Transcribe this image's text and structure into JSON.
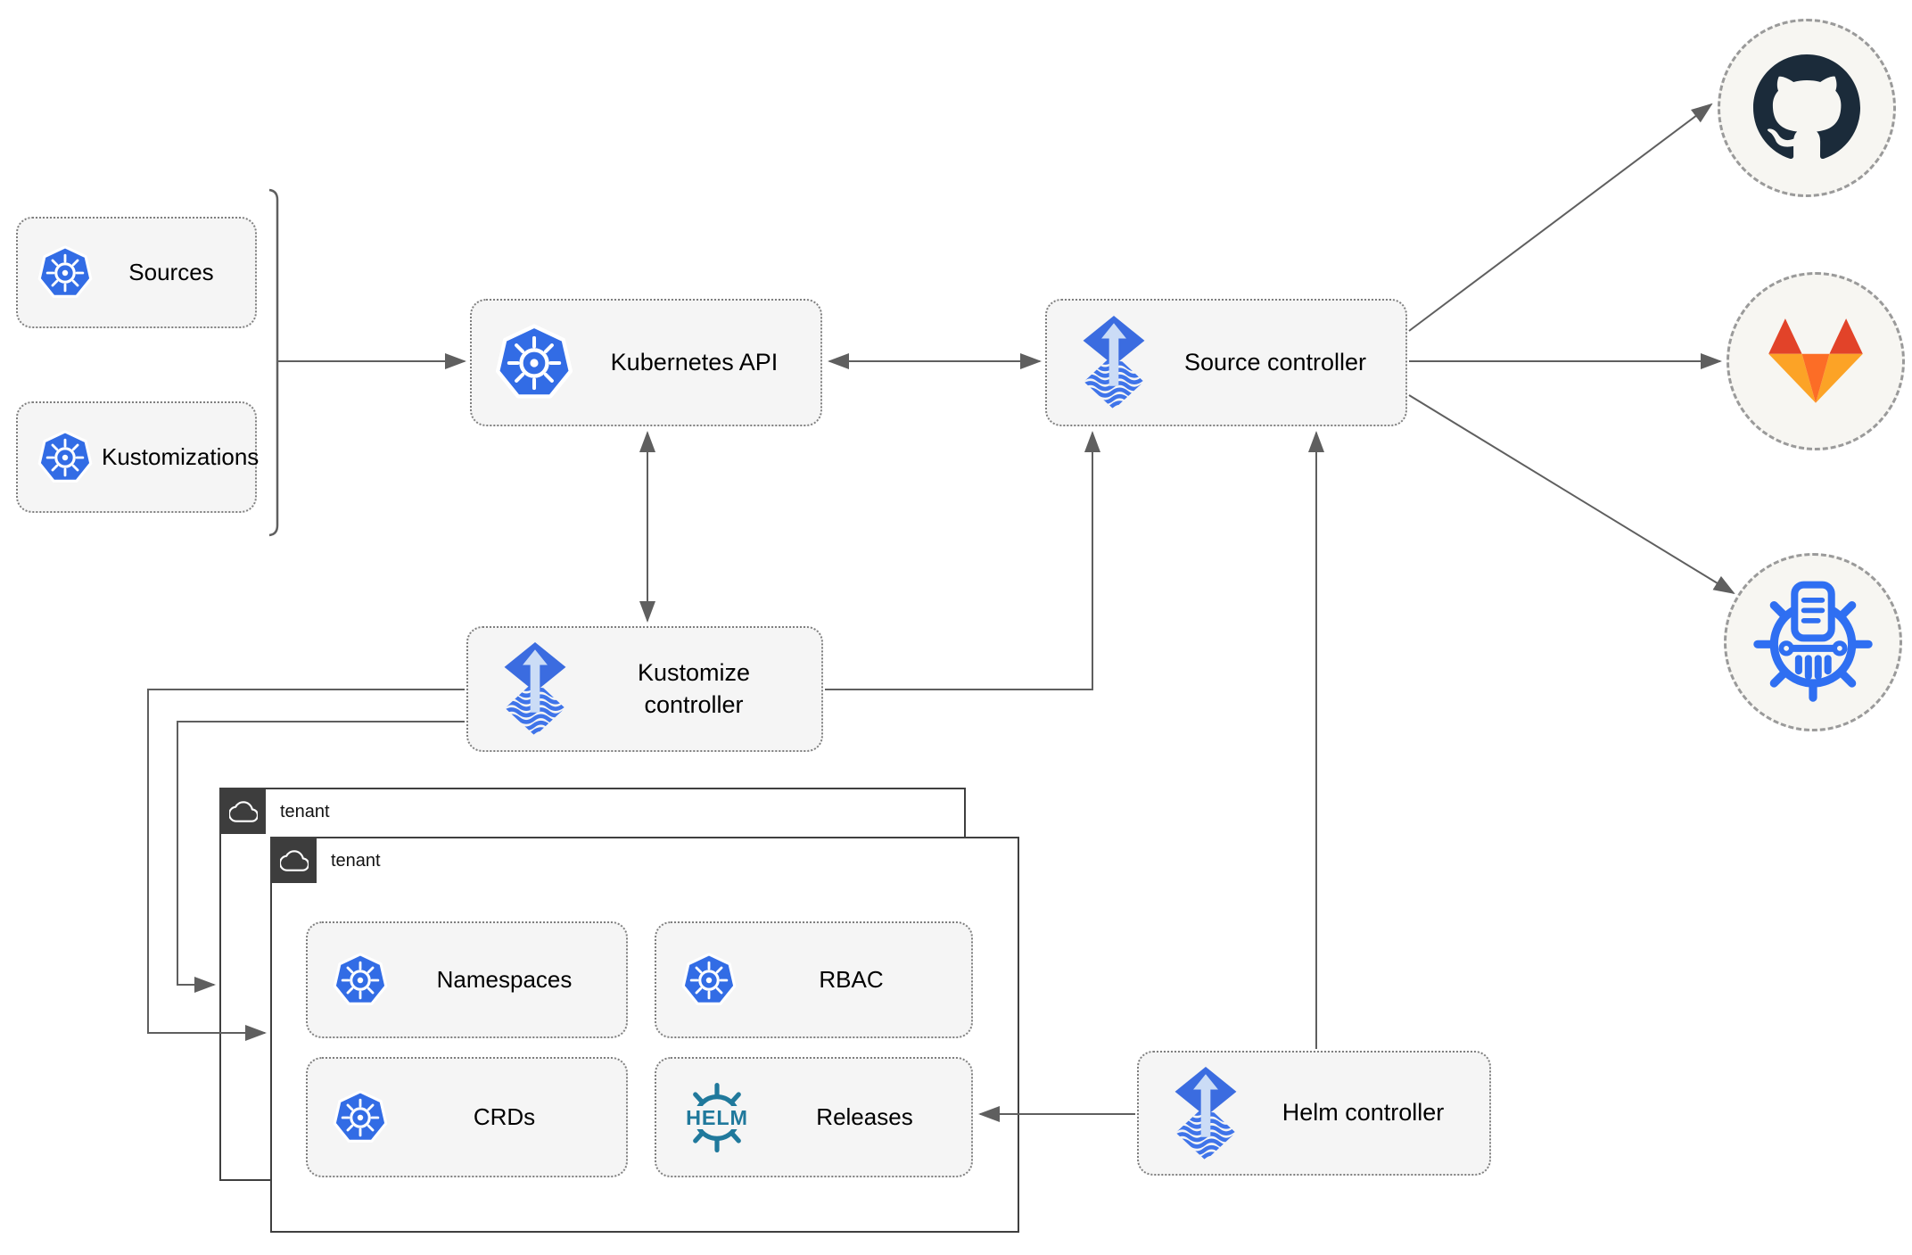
{
  "nodes": {
    "sources": {
      "label": "Sources",
      "icon": "kubernetes-icon"
    },
    "kustomizations": {
      "label": "Kustomizations",
      "icon": "kubernetes-icon"
    },
    "kubernetes_api": {
      "label": "Kubernetes API",
      "icon": "kubernetes-icon"
    },
    "source_controller": {
      "label": "Source controller",
      "icon": "flux-icon"
    },
    "kustomize_controller": {
      "label": "Kustomize controller",
      "icon": "flux-icon"
    },
    "helm_controller": {
      "label": "Helm controller",
      "icon": "flux-icon"
    },
    "tenant_outer": {
      "label": "tenant",
      "icon": "cloud-icon"
    },
    "tenant_inner": {
      "label": "tenant",
      "icon": "cloud-icon"
    },
    "namespaces": {
      "label": "Namespaces",
      "icon": "kubernetes-icon"
    },
    "rbac": {
      "label": "RBAC",
      "icon": "kubernetes-icon"
    },
    "crds": {
      "label": "CRDs",
      "icon": "kubernetes-icon"
    },
    "releases": {
      "label": "Releases",
      "icon": "helm-icon"
    }
  },
  "remotes": {
    "github": {
      "icon": "github-icon"
    },
    "gitlab": {
      "icon": "gitlab-icon"
    },
    "chartmuseum": {
      "icon": "chartmuseum-icon"
    }
  },
  "icons": {
    "helm_text": "HELM"
  },
  "colors": {
    "kubernetes_blue": "#326ce5",
    "flux_diamond_blue": "#3b6ce0",
    "flux_wave_blue": "#3f74e9",
    "flux_arrow_light": "#cbdcf6",
    "helm_teal": "#20799c",
    "chartmuseum_blue": "#2f6ff2",
    "github_navy": "#1b2b3a",
    "gitlab_red": "#e24329",
    "gitlab_orange": "#fc6d26",
    "gitlab_amber": "#fca326",
    "arrow_gray": "#5f5f5f",
    "node_fill": "#f5f5f5",
    "node_border": "#7f7f7f",
    "tenant_border": "#3f3f3f",
    "tenant_tab": "#3d3d3d",
    "remote_fill": "#f7f6f2"
  },
  "edges": [
    {
      "from": "sources+kustomizations",
      "to": "kubernetes_api",
      "style": "arrow"
    },
    {
      "from": "kubernetes_api",
      "to": "source_controller",
      "style": "double-arrow"
    },
    {
      "from": "kubernetes_api",
      "to": "kustomize_controller",
      "style": "double-arrow"
    },
    {
      "from": "kustomize_controller",
      "to": "source_controller",
      "style": "arrow"
    },
    {
      "from": "helm_controller",
      "to": "source_controller",
      "style": "arrow"
    },
    {
      "from": "helm_controller",
      "to": "releases",
      "style": "arrow"
    },
    {
      "from": "kustomize_controller",
      "to": "tenant_outer",
      "style": "arrow"
    },
    {
      "from": "kustomize_controller",
      "to": "tenant_inner",
      "style": "arrow"
    },
    {
      "from": "source_controller",
      "to": "github",
      "style": "arrow"
    },
    {
      "from": "source_controller",
      "to": "gitlab",
      "style": "arrow"
    },
    {
      "from": "source_controller",
      "to": "chartmuseum",
      "style": "arrow"
    }
  ]
}
